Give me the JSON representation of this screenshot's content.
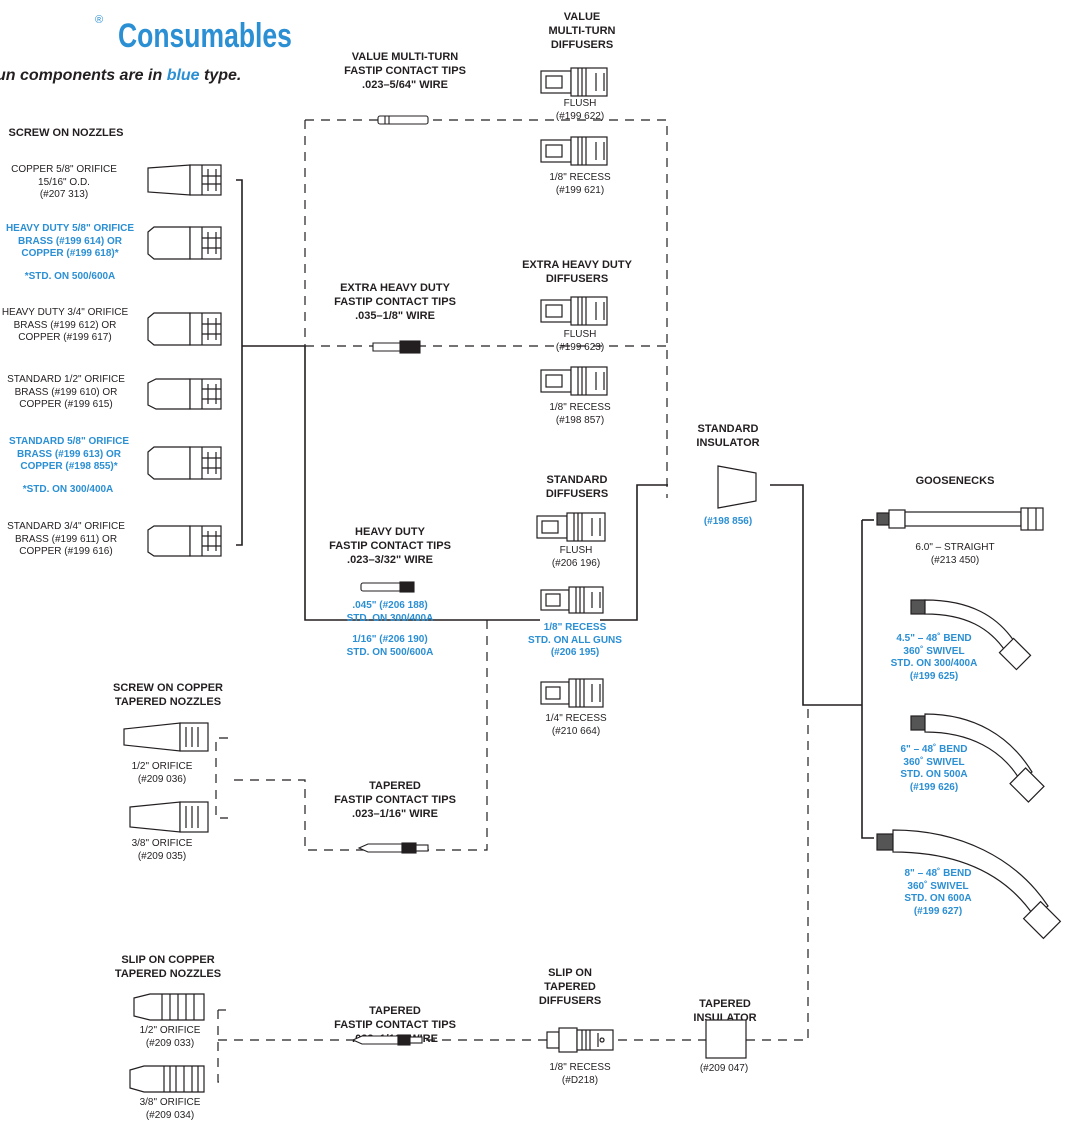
{
  "header": {
    "registered_mark": "®",
    "title": "Consumables",
    "subtitle_prefix": "un components are in ",
    "subtitle_blue_word": "blue",
    "subtitle_suffix": " type."
  },
  "colors": {
    "blue": "#2b8fd4",
    "black": "#231f20",
    "line": "#231f20"
  },
  "screw_on_nozzles": {
    "heading": "SCREW ON NOZZLES",
    "items": [
      {
        "lines": [
          "COPPER 5/8\" ORIFICE",
          "15/16\" O.D.",
          "(#207 313)"
        ],
        "blue": false
      },
      {
        "lines": [
          "HEAVY DUTY 5/8\" ORIFICE",
          "BRASS (#199 614) OR",
          "COPPER (#199 618)*"
        ],
        "blue": true,
        "note": "*STD. ON 500/600A"
      },
      {
        "lines": [
          "HEAVY DUTY 3/4\" ORIFICE",
          "BRASS (#199 612) OR",
          "COPPER (#199 617)"
        ],
        "blue": false
      },
      {
        "lines": [
          "STANDARD 1/2\" ORIFICE",
          "BRASS (#199 610) OR",
          "COPPER (#199 615)"
        ],
        "blue": false
      },
      {
        "lines": [
          "STANDARD 5/8\" ORIFICE",
          "BRASS (#199 613) OR",
          "COPPER (#198 855)*"
        ],
        "blue": true,
        "note": "*STD. ON 300/400A"
      },
      {
        "lines": [
          "STANDARD 3/4\" ORIFICE",
          "BRASS (#199 611) OR",
          "COPPER (#199 616)"
        ],
        "blue": false
      }
    ]
  },
  "contact_tips": {
    "value_multi_turn": [
      "VALUE MULTI-TURN",
      "FASTIP CONTACT TIPS",
      ".023–5/64\" WIRE"
    ],
    "extra_heavy_duty": [
      "EXTRA HEAVY DUTY",
      "FASTIP CONTACT TIPS",
      ".035–1/8\" WIRE"
    ],
    "heavy_duty": [
      "HEAVY DUTY",
      "FASTIP CONTACT TIPS",
      ".023–3/32\" WIRE"
    ],
    "heavy_duty_std": [
      ".045\" (#206 188)",
      "STD. ON 300/400A",
      "1/16\" (#206 190)",
      "STD. ON 500/600A"
    ],
    "tapered": [
      "TAPERED",
      "FASTIP CONTACT TIPS",
      ".023–1/16\" WIRE"
    ],
    "tapered_slip": [
      "TAPERED",
      "FASTIP CONTACT TIPS",
      ".023–1/16\" WIRE"
    ]
  },
  "diffusers": {
    "value_heading": [
      "VALUE",
      "MULTI-TURN",
      "DIFFUSERS"
    ],
    "value_flush": [
      "FLUSH",
      "(#199 622)"
    ],
    "value_recess": [
      "1/8\" RECESS",
      "(#199 621)"
    ],
    "ehd_heading": [
      "EXTRA HEAVY DUTY",
      "DIFFUSERS"
    ],
    "ehd_flush": [
      "FLUSH",
      "(#199 623)"
    ],
    "ehd_recess": [
      "1/8\" RECESS",
      "(#198 857)"
    ],
    "std_heading": [
      "STANDARD",
      "DIFFUSERS"
    ],
    "std_flush": [
      "FLUSH",
      "(#206 196)"
    ],
    "std_recess_18": [
      "1/8\" RECESS",
      "STD. ON ALL GUNS",
      "(#206 195)"
    ],
    "std_recess_14": [
      "1/4\" RECESS",
      "(#210 664)"
    ],
    "slip_heading": [
      "SLIP ON",
      "TAPERED",
      "DIFFUSERS"
    ],
    "slip_recess": [
      "1/8\" RECESS",
      "(#D218)"
    ]
  },
  "insulators": {
    "standard_heading": [
      "STANDARD",
      "INSULATOR"
    ],
    "standard_part": "(#198 856)",
    "tapered_heading": [
      "TAPERED",
      "INSULATOR"
    ],
    "tapered_part": "(#209 047)"
  },
  "goosenecks": {
    "heading": "GOOSENECKS",
    "straight": [
      "6.0\" – STRAIGHT",
      "(#213 450)"
    ],
    "bend_45": [
      "4.5\" – 48˚ BEND",
      "360˚ SWIVEL",
      "STD. ON 300/400A",
      "(#199 625)"
    ],
    "bend_6": [
      "6\" – 48˚ BEND",
      "360˚ SWIVEL",
      "STD. ON 500A",
      "(#199 626)"
    ],
    "bend_8": [
      "8\" – 48˚ BEND",
      "360˚ SWIVEL",
      "STD. ON 600A",
      "(#199 627)"
    ]
  },
  "screw_on_tapered": {
    "heading": [
      "SCREW ON COPPER",
      "TAPERED NOZZLES"
    ],
    "half": [
      "1/2\" ORIFICE",
      "(#209 036)"
    ],
    "three_eighths": [
      "3/8\" ORIFICE",
      "(#209 035)"
    ]
  },
  "slip_on_tapered": {
    "heading": [
      "SLIP ON COPPER",
      "TAPERED NOZZLES"
    ],
    "half": [
      "1/2\" ORIFICE",
      "(#209 033)"
    ],
    "three_eighths": [
      "3/8\" ORIFICE",
      "(#209 034)"
    ]
  }
}
